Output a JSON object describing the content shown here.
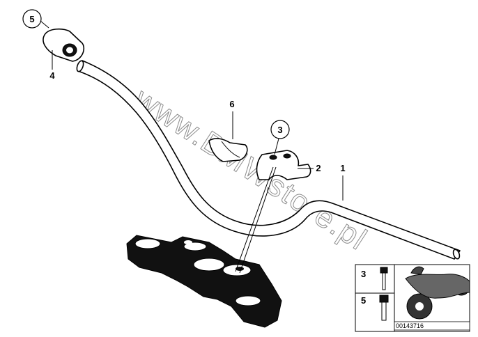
{
  "callouts": {
    "c1": "1",
    "c2": "2",
    "c3": "3",
    "c4": "4",
    "c5": "5",
    "c6": "6"
  },
  "watermark": "www.BMWstore.pl",
  "inset": {
    "row1_number": "3",
    "row2_number": "5",
    "doc_number": "00143716"
  }
}
